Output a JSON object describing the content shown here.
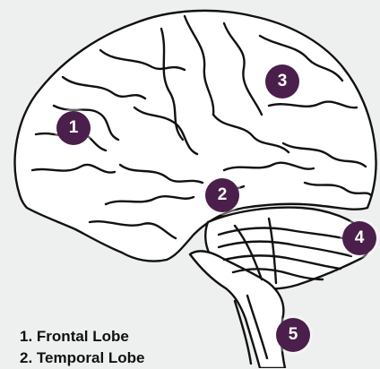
{
  "markers": [
    {
      "number": "1"
    },
    {
      "number": "2"
    },
    {
      "number": "3"
    },
    {
      "number": "4"
    },
    {
      "number": "5"
    }
  ],
  "legend": [
    {
      "number": "1.",
      "label": "Frontal Lobe"
    },
    {
      "number": "2.",
      "label": "Temporal Lobe"
    }
  ],
  "colors": {
    "marker_fill": "#4a1f4b",
    "background": "#eef0ef",
    "outline": "#111111"
  }
}
